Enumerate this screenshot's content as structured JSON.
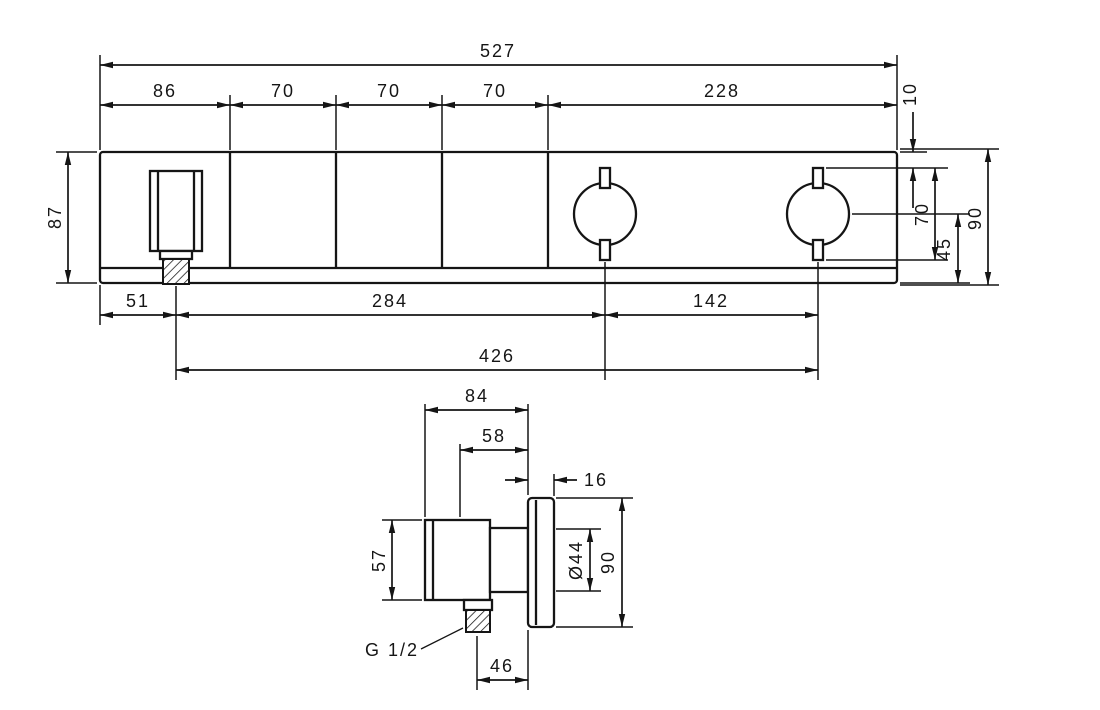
{
  "front_view": {
    "total_width": "527",
    "segments": [
      "86",
      "70",
      "70",
      "70",
      "228"
    ],
    "edge_to_handle_top": "10",
    "panel_height": "87",
    "handle_height": "70",
    "center_to_bottom": "45",
    "overall_height": "90",
    "edge_to_spout": "51",
    "spout_to_handle": "284",
    "handle_to_handle": "142",
    "spout_to_last_handle": "426"
  },
  "side_view": {
    "total_depth": "84",
    "body_depth": "58",
    "plate_thickness": "16",
    "body_height": "57",
    "handle_diameter": "Ø44",
    "plate_height": "90",
    "connection_thread": "G 1/2",
    "spout_to_wall": "46"
  }
}
